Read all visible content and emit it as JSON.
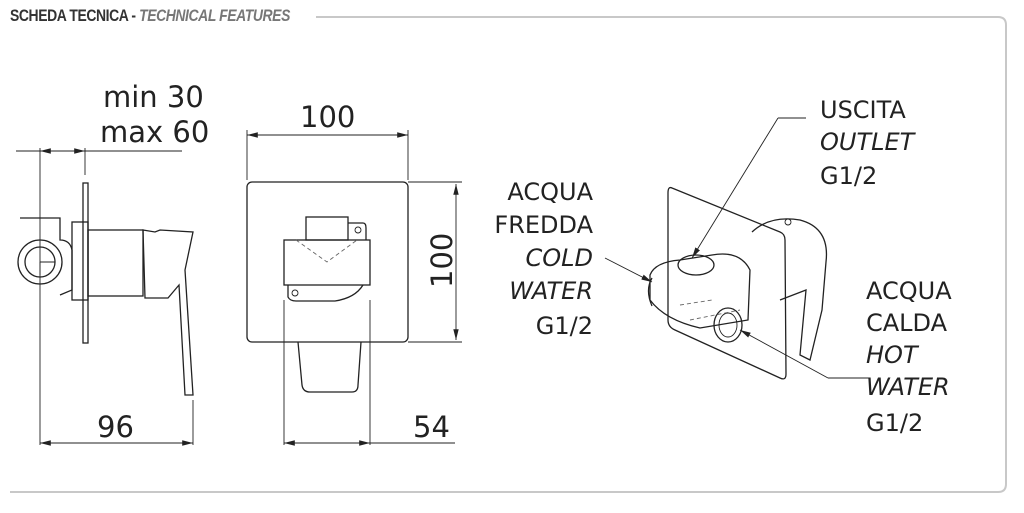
{
  "header": {
    "title_it": "SCHEDA TECNICA",
    "separator": " - ",
    "title_en": "TECHNICAL FEATURES"
  },
  "side_view": {
    "depth_min": "min 30",
    "depth_max": "max 60",
    "length": "96"
  },
  "front_view": {
    "width": "100",
    "height": "100",
    "projection": "54"
  },
  "iso_view": {
    "outlet": [
      "USCITA",
      "OUTLET",
      "G1/2"
    ],
    "cold": [
      "ACQUA",
      "FREDDA",
      "COLD",
      "WATER",
      "G1/2"
    ],
    "hot": [
      "ACQUA",
      "CALDA",
      "HOT",
      "WATER",
      "G1/2"
    ]
  }
}
